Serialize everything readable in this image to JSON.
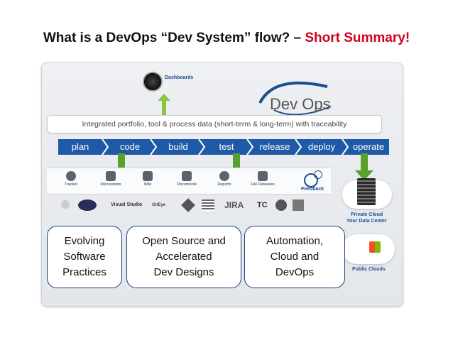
{
  "title": {
    "main": "What is a DevOps “Dev System” flow? – ",
    "accent": "Short Summary!"
  },
  "dashboards_label": "Dashboards",
  "devops_logo": "Dev Ops",
  "banner_text": "Integrated portfolio, tool & process data (short-term & long-term) with traceability",
  "pipeline": [
    "plan",
    "code",
    "build",
    "test",
    "release",
    "deploy",
    "operate"
  ],
  "tools": [
    "Tracker",
    "Discussions",
    "Wiki",
    "Documents",
    "Reports",
    "File Releases"
  ],
  "feedback_label": "Feedback",
  "logos": [
    "Visual Studio",
    "GitEye",
    "JIRA",
    "TC"
  ],
  "private_cloud": {
    "line1": "Private Cloud",
    "line2": "Your Data Center"
  },
  "public_clouds": "Public Clouds",
  "cards": [
    "Evolving\nSoftware\nPractices",
    "Open Source and\nAccelerated\nDev Designs",
    "Automation,\nCloud and\nDevOps"
  ],
  "colors": {
    "accent": "#d0021b",
    "pipeline": "#1f5aa6",
    "arrow": "#5aa02c",
    "card_border": "#1f3f7a"
  }
}
